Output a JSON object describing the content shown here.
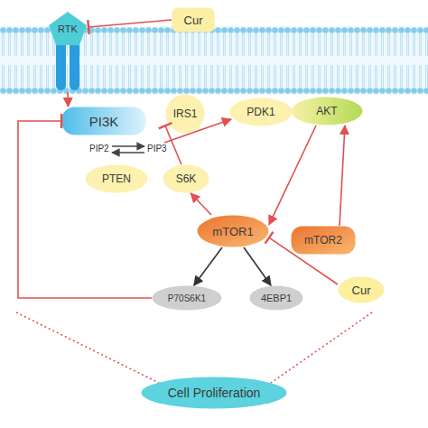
{
  "diagram": {
    "nodes": [
      {
        "text": [
          "Cur"
        ]
      },
      {
        "text": [
          "RTK"
        ]
      },
      {
        "text": [
          "PI3K"
        ]
      },
      {
        "text": [
          "IRS1"
        ]
      },
      {
        "text": [
          "PDK1"
        ]
      },
      {
        "text": [
          "AKT"
        ]
      },
      {
        "text": [
          "PTEN"
        ]
      },
      {
        "text": [
          "S6K"
        ]
      },
      {
        "text": [
          "mTOR1"
        ]
      },
      {
        "text": [
          "mTOR2"
        ]
      },
      {
        "text": [
          "Cur"
        ]
      },
      {
        "text": [
          "P70S6K1"
        ]
      },
      {
        "text": [
          "4EBP1"
        ]
      },
      {
        "text": [
          "Cell Proliferation"
        ]
      }
    ],
    "edges": [
      {
        "from": 0,
        "to": 1,
        "arrow": "to"
      },
      {
        "from": 1,
        "to": 2,
        "arrow": "to"
      },
      {
        "from": 7,
        "to": 3,
        "arrow": "to"
      },
      {
        "from": 5,
        "to": 8,
        "arrow": "to"
      },
      {
        "from": 9,
        "to": 5,
        "arrow": "to"
      },
      {
        "from": 8,
        "to": 7,
        "arrow": "to"
      },
      {
        "from": 10,
        "to": 8,
        "arrow": "to"
      },
      {
        "from": 8,
        "to": 11,
        "arrow": "to"
      },
      {
        "from": 8,
        "to": 12,
        "arrow": "to"
      },
      {
        "from": 11,
        "to": 2,
        "arrow": "to"
      }
    ],
    "labels": [
      "PIP2",
      "PIP3"
    ]
  }
}
